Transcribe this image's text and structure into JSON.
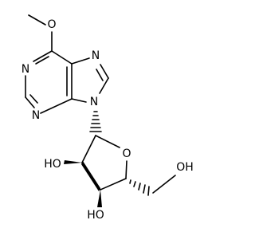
{
  "molecule": {
    "atoms": {
      "methoxy_o": "O",
      "n1": "N",
      "n3": "N",
      "n7": "N",
      "n9": "N",
      "ring_o": "O",
      "oh2": "HO",
      "oh3": "HO",
      "oh5": "OH"
    },
    "colors": {
      "bond": "#000000",
      "label": "#000000",
      "background": "#ffffff"
    }
  }
}
